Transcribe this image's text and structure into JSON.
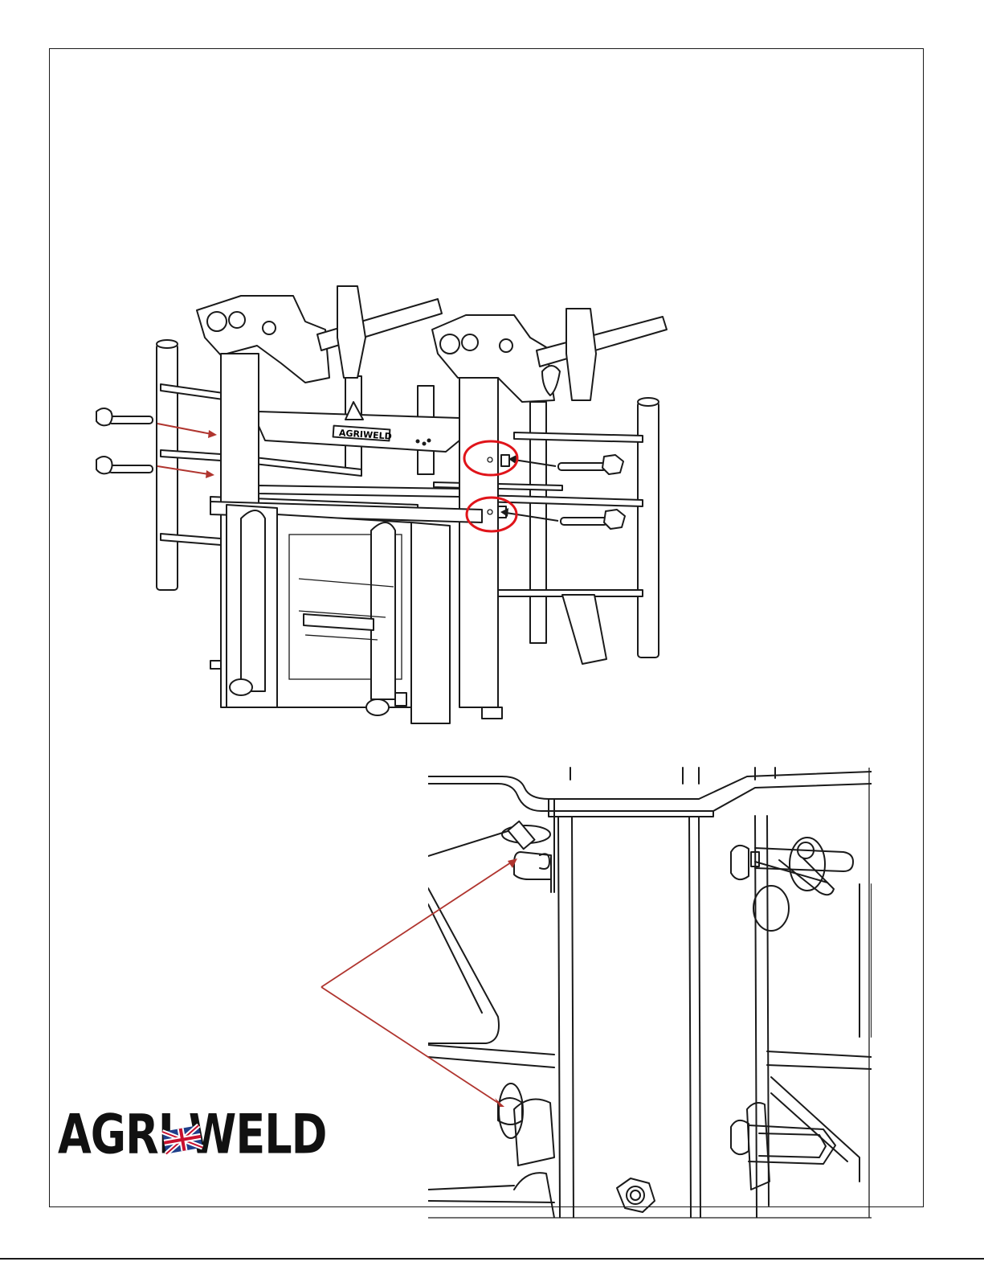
{
  "document": {
    "brand_logo_text": "AGRI-WELD",
    "frame_logo_text": "AGRIWELD",
    "colors": {
      "callout_arrow": "#b0352f",
      "highlight_circle": "#e0141a",
      "line_art": "#1a1a1a",
      "logo_flag_blue": "#1f3f8a",
      "logo_flag_red": "#c8102e"
    },
    "figures": [
      {
        "name": "main-assembly-drawing",
        "callouts": {
          "red_arrows": 2,
          "black_arrows": 2,
          "highlight_circles": 2
        }
      },
      {
        "name": "detail-view-drawing",
        "callouts": {
          "red_arrows": 2
        }
      }
    ]
  }
}
